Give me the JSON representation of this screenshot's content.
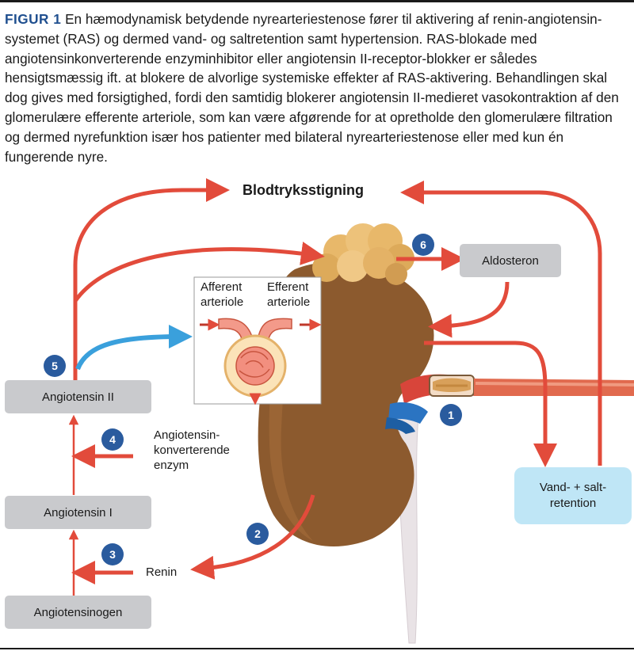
{
  "caption": {
    "figure_label": "FIGUR 1",
    "text": " En hæmodynamisk betydende nyrearteriestenose fører til aktivering af renin-angiotensin-systemet (RAS) og dermed vand- og saltretention samt hypertension. RAS-blokade med angiotensinkonverterende enzyminhibitor eller angiotensin II-receptor-blokker er således hensigtsmæssig ift. at blokere de alvorlige systemiske effekter af RAS-aktivering. Behandlingen skal dog gives med forsigtighed, fordi den samtidig blokerer angiotensin II-medieret vasokontraktion af den glomerulære efferente arteriole, som kan være afgørende for at opretholde den glomerulære filtration og dermed nyrefunktion især hos patienter med bilateral nyrearteriestenose eller med kun én fungerende nyre."
  },
  "diagram": {
    "title": "Blodtryksstigning",
    "nodes": {
      "angiotensin_ii": "Angiotensin II",
      "angiotensin_i": "Angiotensin I",
      "angiotensinogen": "Angiotensinogen",
      "aldosteron": "Aldosteron",
      "water_salt_line1": "Vand- + salt-",
      "water_salt_line2": "retention"
    },
    "labels": {
      "ace_line1": "Angiotensin-",
      "ace_line2": "konverterende",
      "ace_line3": "enzym",
      "renin": "Renin"
    },
    "inset": {
      "afferent_line1": "Afferent",
      "afferent_line2": "arteriole",
      "efferent_line1": "Efferent",
      "efferent_line2": "arteriole"
    },
    "badges": [
      "1",
      "2",
      "3",
      "4",
      "5",
      "6"
    ],
    "colors": {
      "arrow_red": "#e24b3b",
      "arrow_blue": "#3aa0dc",
      "badge_blue": "#2a5b9e",
      "kidney_brown": "#8c5a2e",
      "adrenal_tan": "#e8b86a",
      "box_gray": "#c9cacd",
      "box_water": "#bfe6f6",
      "figure_label_blue": "#1f4f8f"
    }
  }
}
